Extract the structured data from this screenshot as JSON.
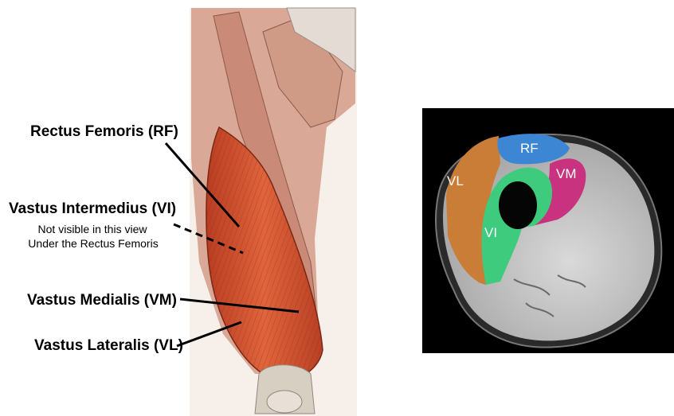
{
  "labels": {
    "rf": "Rectus Femoris (RF)",
    "vi": "Vastus Intermedius (VI)",
    "vi_note_1": "Not visible in this view",
    "vi_note_2": "Under the Rectus Femoris",
    "vm": "Vastus Medialis (VM)",
    "vl": "Vastus Lateralis (VL)"
  },
  "mri_labels": {
    "rf": "RF",
    "vl": "VL",
    "vm": "VM",
    "vi": "VI"
  },
  "colors": {
    "rf": "#3d86d3",
    "vl": "#c97d37",
    "vm": "#c8327e",
    "vi": "#3ecb7e",
    "muscle": "#d4532f"
  }
}
